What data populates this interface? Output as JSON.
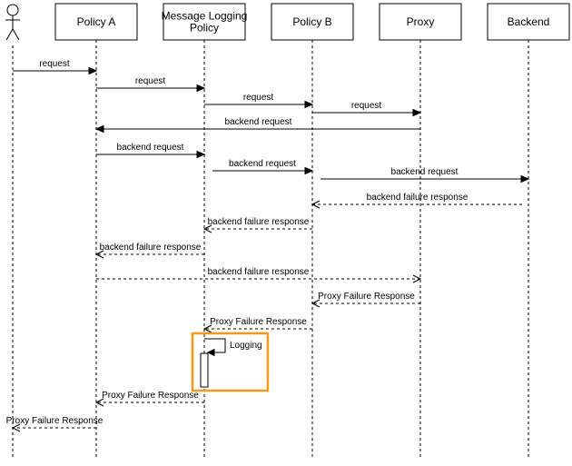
{
  "participants": [
    {
      "id": "actor",
      "label": ""
    },
    {
      "id": "policy_a",
      "label": "Policy A"
    },
    {
      "id": "mlp",
      "label": "Message Logging\nPolicy"
    },
    {
      "id": "policy_b",
      "label": "Policy B"
    },
    {
      "id": "proxy",
      "label": "Proxy"
    },
    {
      "id": "backend",
      "label": "Backend"
    }
  ],
  "messages": [
    {
      "from": "actor",
      "to": "policy_a",
      "label": "request",
      "style": "solid"
    },
    {
      "from": "policy_a",
      "to": "mlp",
      "label": "request",
      "style": "solid"
    },
    {
      "from": "mlp",
      "to": "policy_b",
      "label": "request",
      "style": "solid"
    },
    {
      "from": "policy_b",
      "to": "proxy",
      "label": "request",
      "style": "solid"
    },
    {
      "from": "proxy",
      "to": "policy_a",
      "label": "backend request",
      "style": "solid"
    },
    {
      "from": "policy_a",
      "to": "mlp",
      "label": "backend request",
      "style": "solid"
    },
    {
      "from": "mlp",
      "to": "policy_b",
      "label": "backend request",
      "style": "solid"
    },
    {
      "from": "policy_b",
      "to": "backend",
      "label": "backend request",
      "style": "solid"
    },
    {
      "from": "backend",
      "to": "policy_b",
      "label": "backend failure response",
      "style": "dashed"
    },
    {
      "from": "policy_b",
      "to": "mlp",
      "label": "backend failure response",
      "style": "dashed"
    },
    {
      "from": "mlp",
      "to": "policy_a",
      "label": "backend failure response",
      "style": "dashed"
    },
    {
      "from": "policy_a",
      "to": "proxy",
      "label": "backend failure response",
      "style": "dashed"
    },
    {
      "from": "proxy",
      "to": "policy_b",
      "label": "Proxy Failure Response",
      "style": "dashed"
    },
    {
      "from": "policy_b",
      "to": "mlp",
      "label": "Proxy Failure Response",
      "style": "dashed"
    },
    {
      "from": "mlp",
      "to": "mlp",
      "label": "Logging",
      "style": "self"
    },
    {
      "from": "mlp",
      "to": "policy_a",
      "label": "Proxy Failure Response",
      "style": "dashed"
    },
    {
      "from": "policy_a",
      "to": "actor",
      "label": "Proxy Failure Response",
      "style": "dashed"
    }
  ],
  "colors": {
    "highlight": "#F39A1C",
    "line": "#000000"
  },
  "highlight": {
    "target": "Logging"
  }
}
